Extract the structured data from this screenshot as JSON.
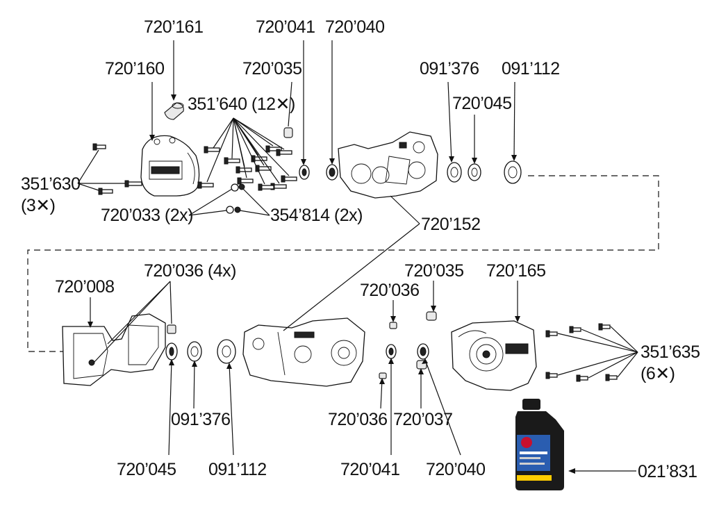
{
  "labels": {
    "l_720161": "720’161",
    "l_720041_top": "720’041",
    "l_720040_top": "720’040",
    "l_720160": "720’160",
    "l_720035_top": "720’035",
    "l_091376_top": "091’376",
    "l_091112_top": "091’112",
    "l_351640": "351’640 (12✕)",
    "l_720045_top": "720’045",
    "l_351630": "351’630",
    "l_351630_qty": "(3✕)",
    "l_720033": "720’033 (2x)",
    "l_354814": "354’814 (2x)",
    "l_720152": "720’152",
    "l_720036_4x": "720’036 (4x)",
    "l_720008": "720’008",
    "l_720035_mid": "720’035",
    "l_720165": "720’165",
    "l_720036_mid": "720’036",
    "l_351635": "351’635",
    "l_351635_qty": "(6✕)",
    "l_091376_bot": "091’376",
    "l_720036_bot": "720’036",
    "l_720037": "720’037",
    "l_720045_bot": "720’045",
    "l_091112_bot": "091’112",
    "l_720041_bot": "720’041",
    "l_720040_bot": "720’040",
    "l_021831": "021’831"
  },
  "colors": {
    "ink": "#111111",
    "bottle": "#1a1a1a",
    "accent": "#c8102e",
    "label_band": "#2a5db0"
  },
  "icons": [
    "screw-icon",
    "bearing-icon",
    "oil-bottle-icon"
  ]
}
